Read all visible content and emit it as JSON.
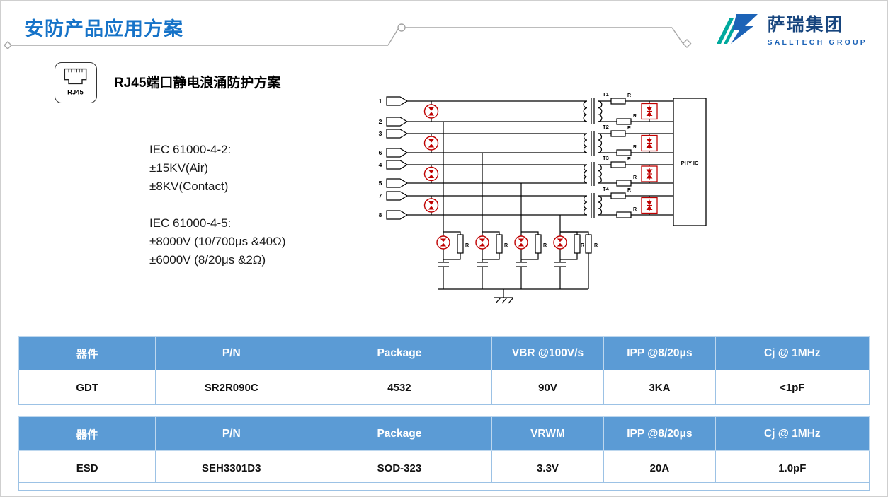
{
  "colors": {
    "accent_blue": "#1673C8",
    "table_header_blue": "#5B9BD5",
    "table_border_blue": "#9CC2E5",
    "gdt_red": "#C00000",
    "logo_teal": "#00A99D",
    "logo_blue": "#1C63B7"
  },
  "header": {
    "title": "安防产品应用方案",
    "logo_brand": "萨瑞集团",
    "logo_subbrand": "SALLTECH GROUP"
  },
  "section": {
    "icon_label": "RJ45",
    "heading": "RJ45端口静电浪涌防护方案"
  },
  "specs": {
    "lines": [
      "IEC 61000-4-2:",
      "±15KV(Air)",
      "±8KV(Contact)",
      "",
      "IEC 61000-4-5:",
      "±8000V (10/700μs &40Ω)",
      "±6000V (8/20μs &2Ω)"
    ]
  },
  "circuit": {
    "pins": [
      "1",
      "2",
      "3",
      "6",
      "4",
      "5",
      "7",
      "8"
    ],
    "transformers": [
      "T1",
      "T2",
      "T3",
      "T4"
    ],
    "resistor_label": "R",
    "phy_label": "PHY IC"
  },
  "tables": [
    {
      "headers": [
        "器件",
        "P/N",
        "Package",
        "VBR @100V/s",
        "IPP @8/20μs",
        "Cj @ 1MHz"
      ],
      "rows": [
        [
          "GDT",
          "SR2R090C",
          "4532",
          "90V",
          "3KA",
          "<1pF"
        ]
      ]
    },
    {
      "headers": [
        "器件",
        "P/N",
        "Package",
        "VRWM",
        "IPP @8/20μs",
        "Cj @ 1MHz"
      ],
      "rows": [
        [
          "ESD",
          "SEH3301D3",
          "SOD-323",
          "3.3V",
          "20A",
          "1.0pF"
        ]
      ]
    }
  ]
}
